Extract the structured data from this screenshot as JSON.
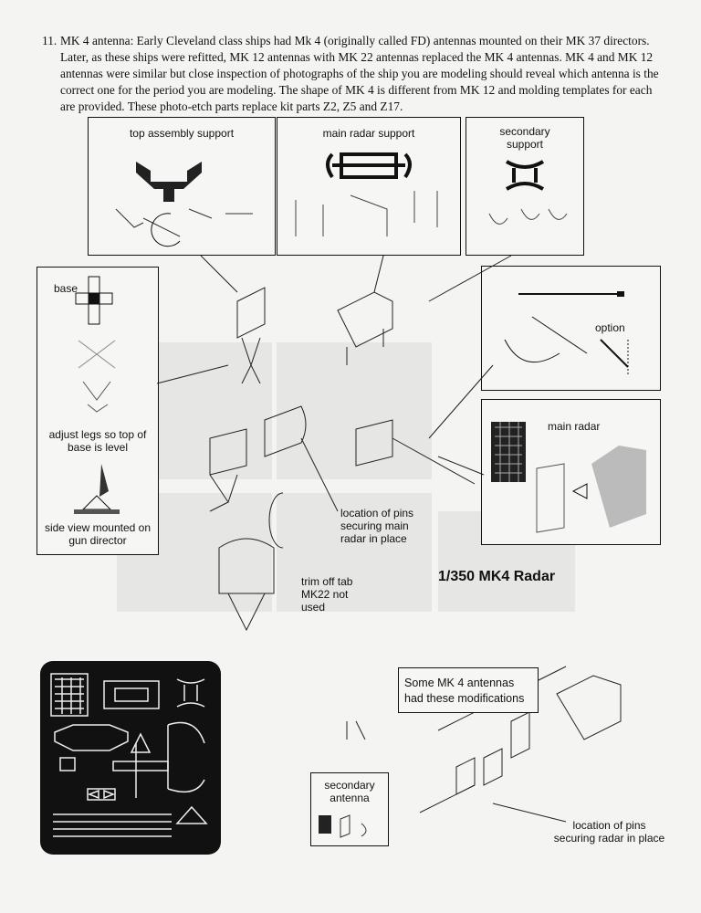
{
  "instruction": {
    "number": "11.",
    "text": "MK 4 antenna: Early Cleveland class ships had Mk 4 (originally called FD) antennas mounted on their MK 37 directors. Later, as these ships were refitted, MK 12 antennas with MK 22 antennas replaced the MK 4 antennas. MK 4 and MK 12 antennas were similar but close inspection of photographs of the ship you are modeling should reveal which antenna is the correct one for the period you are modeling. The shape of MK 4 is different from MK 12 and molding templates for each are provided. These photo-etch parts replace kit parts Z2, Z5 and Z17."
  },
  "callouts": {
    "top_assembly_support": "top assembly support",
    "main_radar_support": "main radar support",
    "secondary_support": "secondary support",
    "base": "base",
    "adjust_legs": "adjust legs so top of base is level",
    "side_view": "side view mounted on gun director",
    "option": "option",
    "main_radar": "main radar",
    "location_pins_main": "location of pins securing main radar in place",
    "trim_tab": "trim off tab MK22 not used",
    "title": "1/350 MK4 Radar",
    "modifications": "Some MK 4 antennas had these modifications",
    "secondary_antenna": "secondary antenna",
    "location_pins_radar": "location of pins securing radar in place"
  }
}
